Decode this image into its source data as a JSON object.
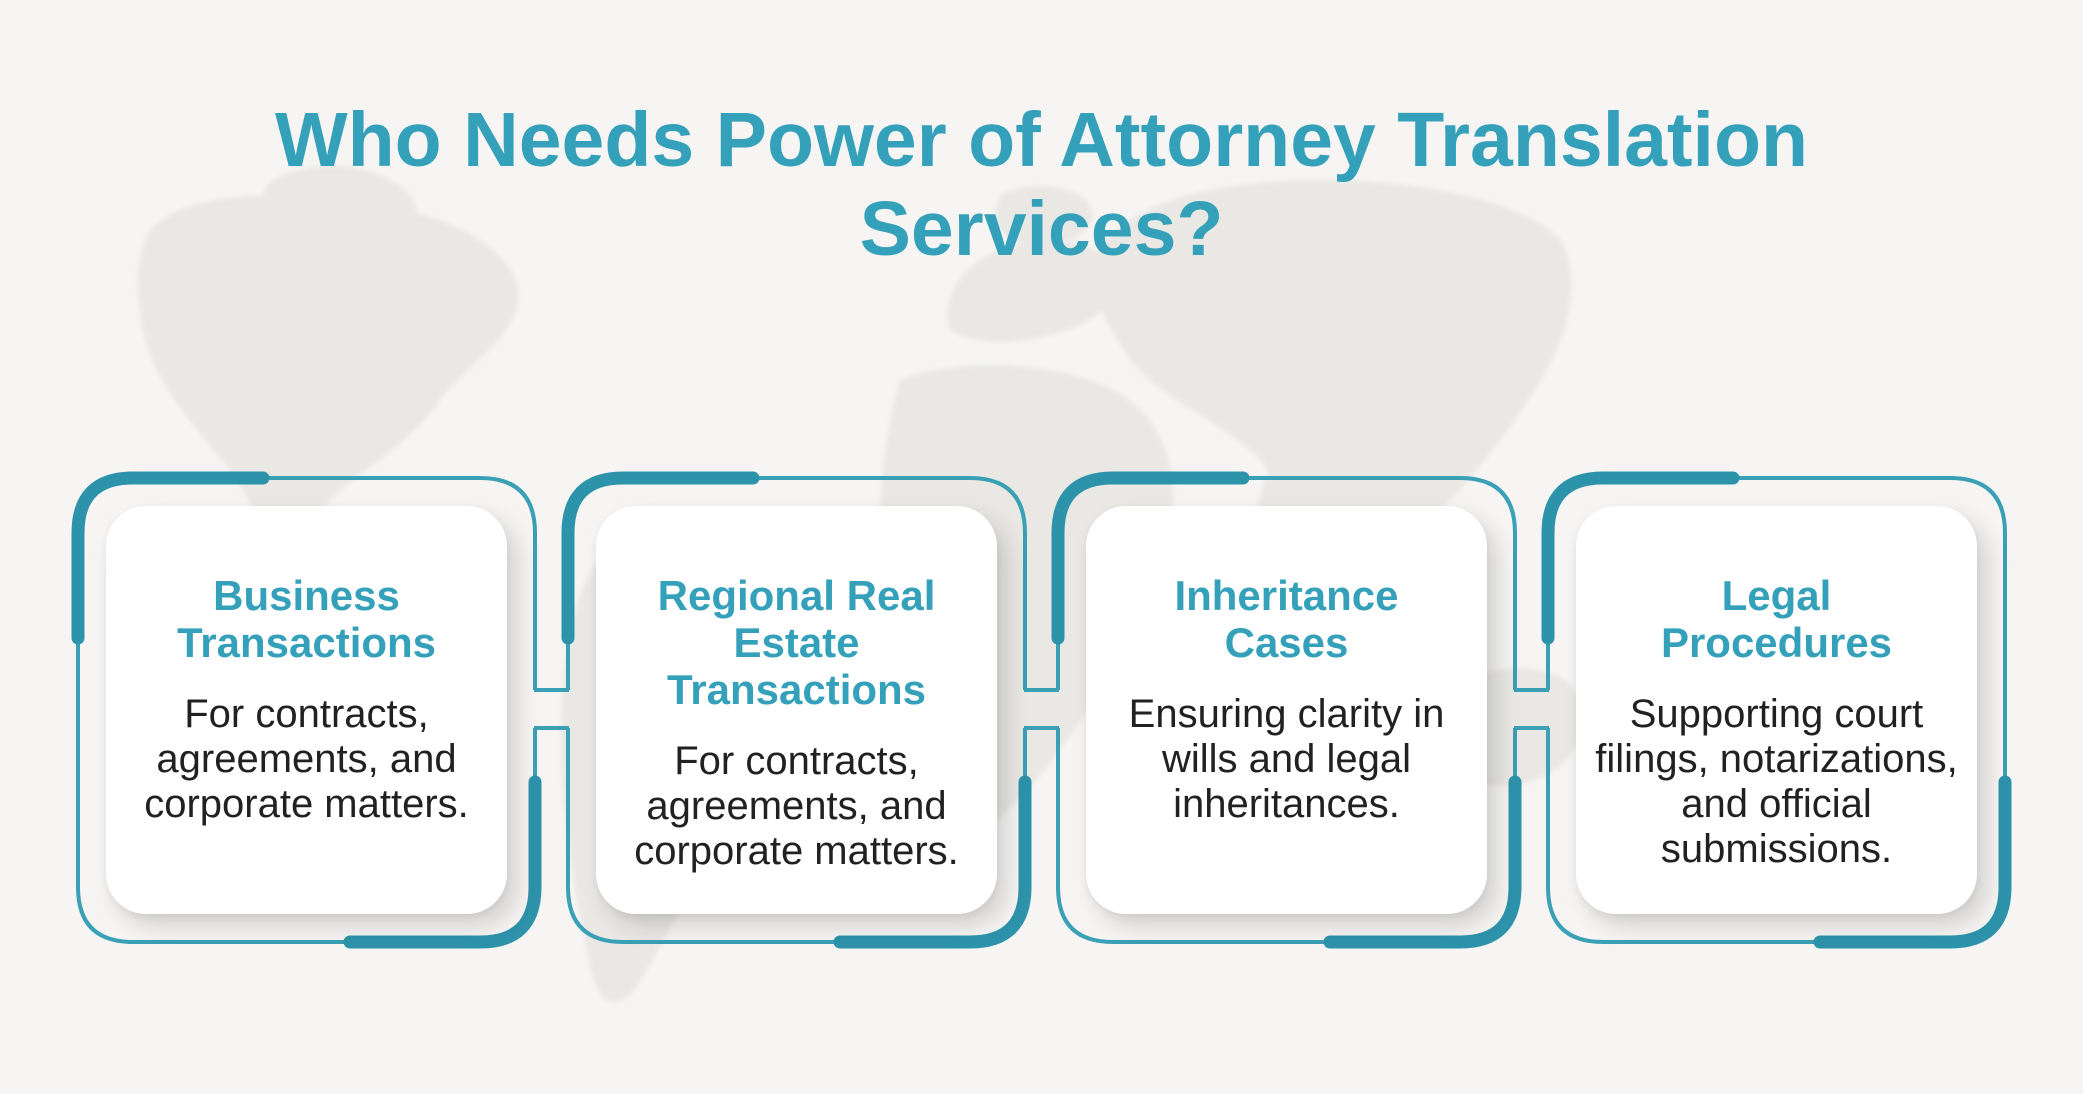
{
  "page": {
    "title": "Who Needs Power of Attorney Translation\nServices?",
    "background_color": "#f6f5f3",
    "map_color": "#e9e8e5",
    "frame_thin_color": "#3aa0b5",
    "frame_thick_color": "#2d93aa",
    "heading_color": "#34a0b9",
    "body_text_color": "#212121",
    "card_background_color": "#ffffff"
  },
  "cards": [
    {
      "title": "Business\nTransactions",
      "description": "For contracts,\nagreements, and\ncorporate matters."
    },
    {
      "title": "Regional Real\nEstate Transactions",
      "description": "For contracts,\nagreements, and\ncorporate matters."
    },
    {
      "title": "Inheritance\nCases",
      "description": "Ensuring clarity in\nwills and legal\ninheritances."
    },
    {
      "title": "Legal\nProcedures",
      "description": "Supporting court\nfilings, notarizations,\nand official\nsubmissions."
    }
  ]
}
